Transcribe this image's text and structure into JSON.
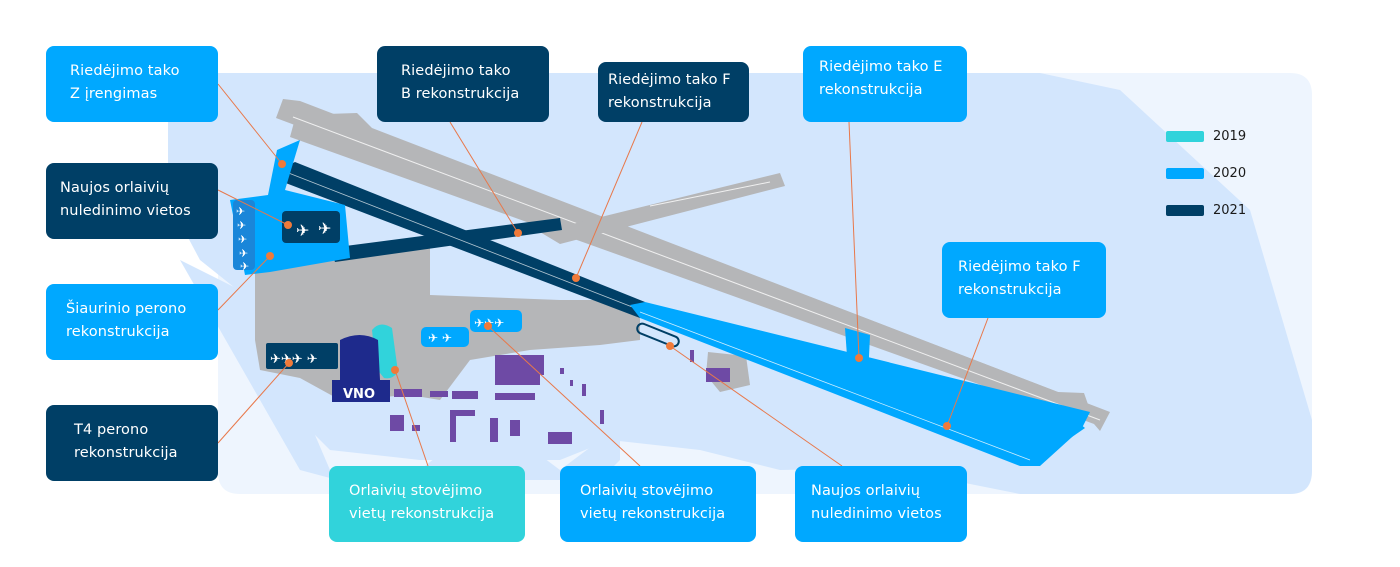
{
  "colors": {
    "year_2019": "#31d3db",
    "year_2020": "#00a8ff",
    "year_2021": "#003f66",
    "existing_pavement": "#b5b6b8",
    "airport_area": "#d3e6fd",
    "background_area": "#eef5fe",
    "buildings": "#6e4aa5",
    "terminal": "#1e2a8c",
    "leader_line": "#e8784a"
  },
  "legend": [
    {
      "year": "2019",
      "color_key": "year_2019"
    },
    {
      "year": "2020",
      "color_key": "year_2020"
    },
    {
      "year": "2021",
      "color_key": "year_2021"
    }
  ],
  "terminal_label": "VNO",
  "callouts": [
    {
      "id": "taxiway-z",
      "text": "Riedėjimo tako\nZ įrengimas",
      "year": "2020"
    },
    {
      "id": "deicing-north",
      "text": "Naujos orlaivių\nnuledinimo vietos",
      "year": "2021"
    },
    {
      "id": "north-apron",
      "text": "Šiaurinio perono\nrekonstrukcija",
      "year": "2020"
    },
    {
      "id": "t4-apron",
      "text": "T4 perono\nrekonstrukcija",
      "year": "2021"
    },
    {
      "id": "taxiway-b",
      "text": "Riedėjimo tako\nB rekonstrukcija",
      "year": "2021"
    },
    {
      "id": "taxiway-f-north",
      "text": "Riedėjimo tako F\nrekonstrukcija",
      "year": "2021"
    },
    {
      "id": "taxiway-e",
      "text": "Riedėjimo tako E\nrekonstrukcija",
      "year": "2020"
    },
    {
      "id": "taxiway-f-south",
      "text": "Riedėjimo tako F\nrekonstrukcija",
      "year": "2020"
    },
    {
      "id": "stands-2019",
      "text": "Orlaivių stovėjimo\nvietų rekonstrukcija",
      "year": "2019"
    },
    {
      "id": "stands-2020",
      "text": "Orlaivių stovėjimo\nvietų rekonstrukcija",
      "year": "2020"
    },
    {
      "id": "deicing-south",
      "text": "Naujos orlaivių\nnuledinimo vietos",
      "year": "2020"
    }
  ]
}
